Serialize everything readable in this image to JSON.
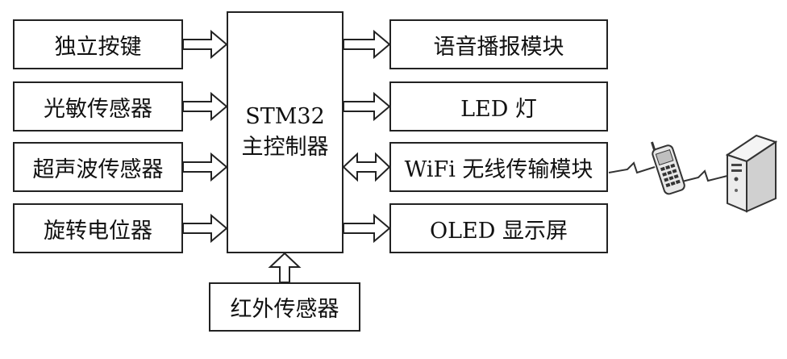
{
  "inputs": [
    "独立按键",
    "光敏传感器",
    "超声波传感器",
    "旋转电位器"
  ],
  "controller": {
    "line1": "STM32",
    "line2": "主控制器"
  },
  "outputs": [
    "语音播报模块",
    "LED 灯",
    "WiFi 无线传输模块",
    "OLED 显示屏"
  ],
  "bottom_input": "红外传感器",
  "devices": [
    "phone-icon",
    "server-icon"
  ]
}
